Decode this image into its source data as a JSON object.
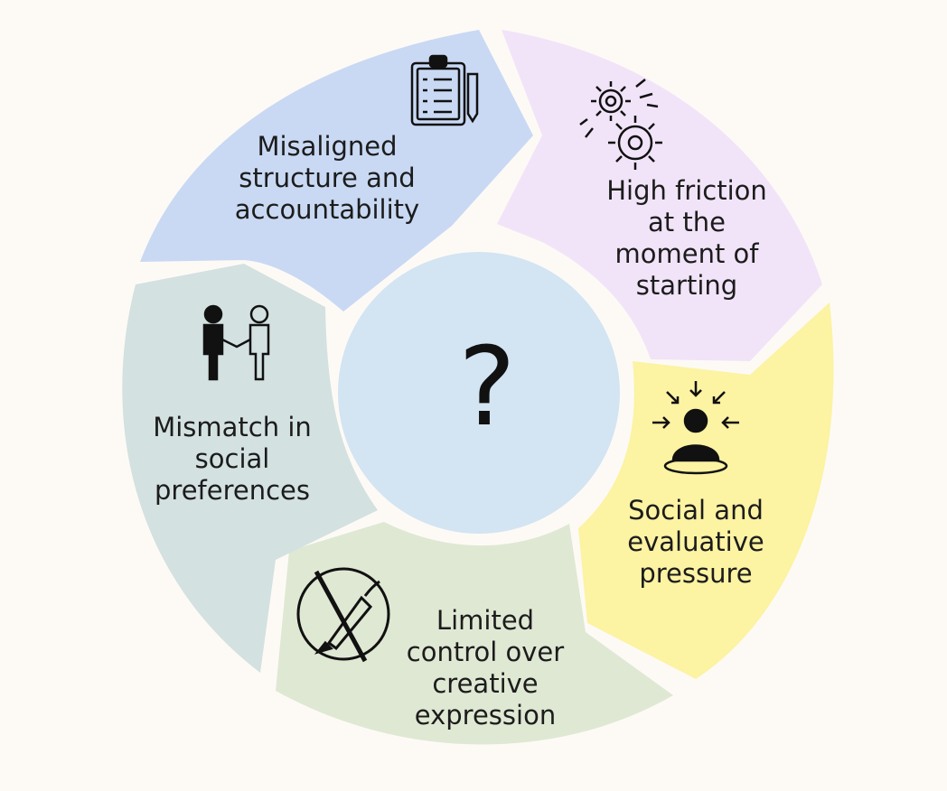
{
  "diagram": {
    "center_symbol": "?",
    "segments": [
      {
        "label": "Misaligned\nstructure and\naccountability",
        "color": "#c9d9f3",
        "icon": "clipboard-checklist-icon"
      },
      {
        "label": "High friction\nat the\nmoment of\nstarting",
        "color": "#f1e4f8",
        "icon": "gears-icon"
      },
      {
        "label": "Social and\nevaluative\npressure",
        "color": "#fcf3a3",
        "icon": "person-under-pressure-icon"
      },
      {
        "label": "Limited\ncontrol over\ncreative\nexpression",
        "color": "#dfe8d3",
        "icon": "no-pen-icon"
      },
      {
        "label": "Mismatch in\nsocial\npreferences",
        "color": "#d3e1e0",
        "icon": "handshake-icon"
      }
    ],
    "center_color": "#d3e4f2"
  }
}
